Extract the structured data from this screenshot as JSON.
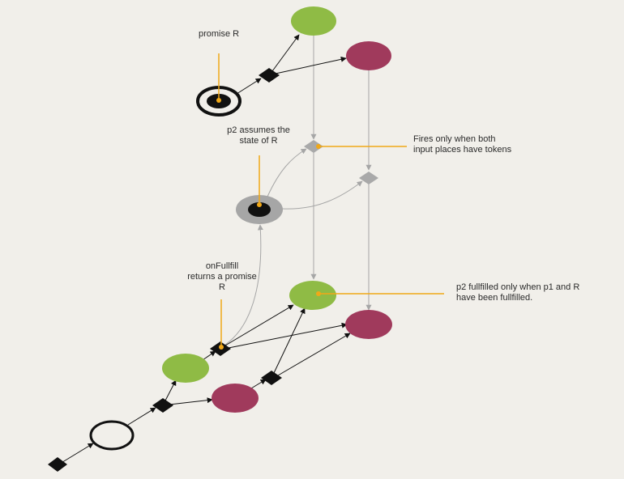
{
  "labels": {
    "promise_r": "promise R",
    "p2_assumes_line1": "p2 assumes the",
    "p2_assumes_line2": "state of R",
    "fires_line1": "Fires only when both",
    "fires_line2": "input places have tokens",
    "onfulfill_line1": "onFullfill",
    "onfulfill_line2": "returns a promise",
    "onfulfill_line3": "R",
    "p2_fulfilled_line1": "p2 fullfilled only when p1 and R",
    "p2_fulfilled_line2": "have been fullfilled."
  },
  "colors": {
    "background": "#f1efea",
    "fulfilled_place": "#8fbb45",
    "rejected_place": "#a03a5c",
    "annotation": "#f0a818",
    "arc": "#111111",
    "gray_arc": "#a6a6a6",
    "transition": "#111111",
    "gray_transition": "#a9a9a9"
  }
}
